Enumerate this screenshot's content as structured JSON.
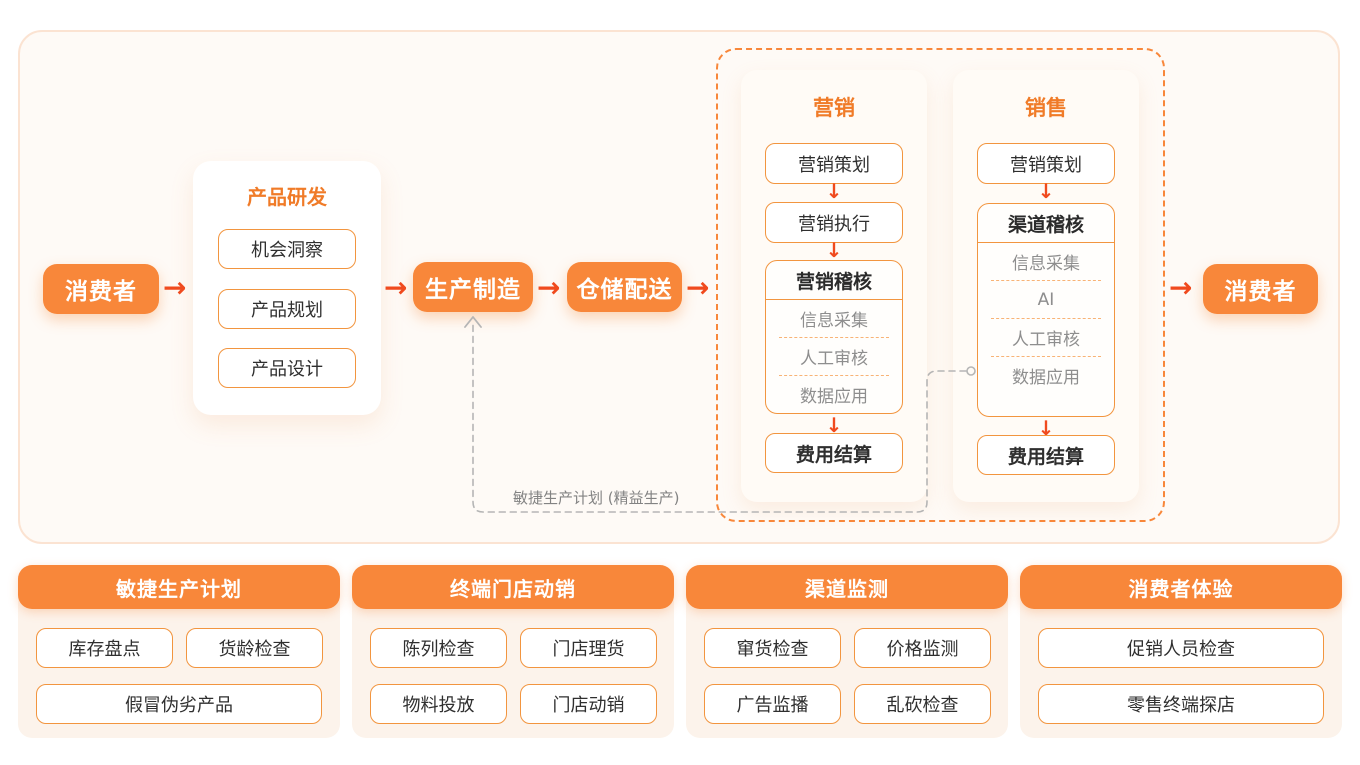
{
  "colors": {
    "brand_orange": "#F8873A",
    "arrow_orange": "#F04A1E",
    "title_orange": "#F07B28",
    "box_border_orange": "#F2953F",
    "muted_gray_text": "#8E8E8E",
    "connector_gray": "#B5B5B5",
    "panel_cream": "#FEFAF6",
    "card_cream": "#FCF3EB"
  },
  "icons": {
    "arrow_right": "→",
    "arrow_down": "↓"
  },
  "flow": {
    "consumer_left": "消费者",
    "product_rd": {
      "title": "产品研发",
      "items": [
        "机会洞察",
        "产品规划",
        "产品设计"
      ]
    },
    "production": "生产制造",
    "warehouse": "仓储配送",
    "marketing": {
      "title": "营销",
      "step1": "营销策划",
      "step2": "营销执行",
      "audit_title": "营销稽核",
      "audit_items": [
        "信息采集",
        "人工审核",
        "数据应用"
      ],
      "settlement": "费用结算"
    },
    "sales": {
      "title": "销售",
      "step1": "营销策划",
      "audit_title": "渠道稽核",
      "audit_items": [
        "信息采集",
        "AI",
        "人工审核",
        "数据应用"
      ],
      "settlement": "费用结算"
    },
    "consumer_right": "消费者",
    "feedback_label": "敏捷生产计划 (精益生产)"
  },
  "bottom_cards": [
    {
      "title": "敏捷生产计划",
      "items": [
        "库存盘点",
        "货龄检查",
        "假冒伪劣产品"
      ]
    },
    {
      "title": "终端门店动销",
      "items": [
        "陈列检查",
        "门店理货",
        "物料投放",
        "门店动销"
      ]
    },
    {
      "title": "渠道监测",
      "items": [
        "窜货检查",
        "价格监测",
        "广告监播",
        "乱砍检查"
      ]
    },
    {
      "title": "消费者体验",
      "items": [
        "促销人员检查",
        "零售终端探店"
      ]
    }
  ]
}
